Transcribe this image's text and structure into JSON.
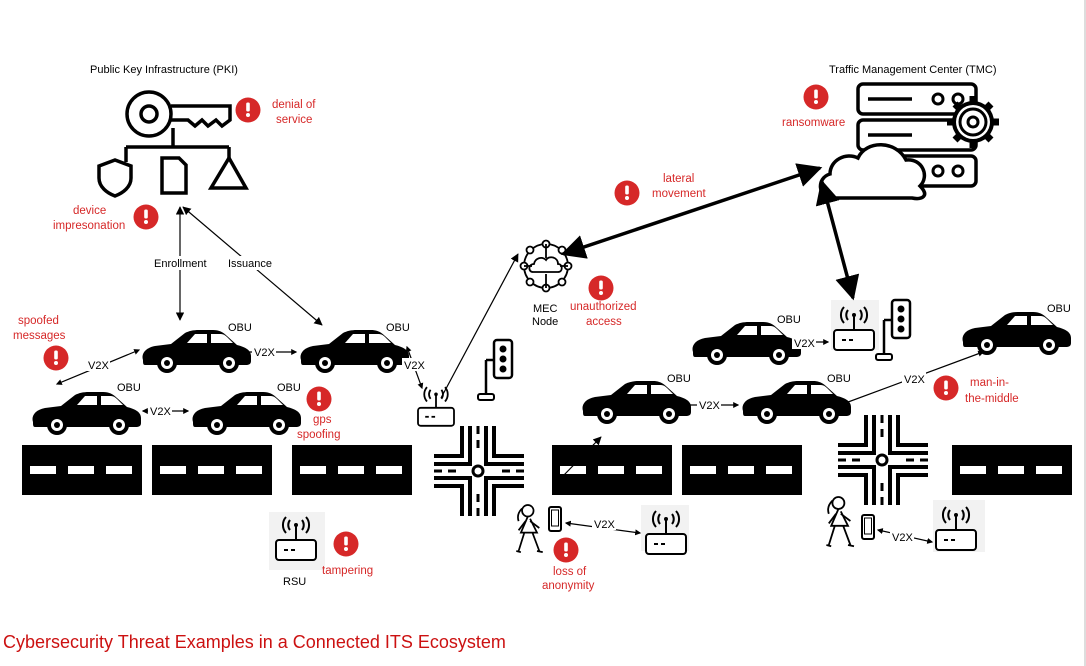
{
  "colors": {
    "threat": "#d62828",
    "caption": "#cc1111",
    "ink": "#000000"
  },
  "caption": "Cybersecurity Threat Examples in a Connected ITS Ecosystem",
  "pki": {
    "title": "Public Key Infrastructure (PKI)",
    "enrollment": "Enrollment",
    "issuance": "Issuance",
    "icon": "key-icon"
  },
  "tmc": {
    "title": "Traffic Management Center (TMC)",
    "icon": "server-cloud-icon"
  },
  "mec": {
    "line1": "MEC",
    "line2": "Node",
    "icon": "network-cloud-icon"
  },
  "rsu": {
    "label": "RSU",
    "icon": "router-icon"
  },
  "labels": {
    "obu": "OBU",
    "v2x": "V2X"
  },
  "threats": {
    "denial_of_service": [
      "denial of",
      "service"
    ],
    "device_impersonation": [
      "device",
      "impresonation"
    ],
    "spoofed_messages": [
      "spoofed",
      "messages"
    ],
    "gps_spoofing": [
      "gps",
      "spoofing"
    ],
    "tampering": [
      "tampering"
    ],
    "lateral_movement": [
      "lateral",
      "movement"
    ],
    "unauthorized_access": [
      "unauthorized",
      "access"
    ],
    "ransomware": [
      "ransomware"
    ],
    "man_in_the_middle": [
      "man-in-",
      "the-middle"
    ],
    "loss_of_anonymity": [
      "loss of",
      "anonymity"
    ]
  }
}
